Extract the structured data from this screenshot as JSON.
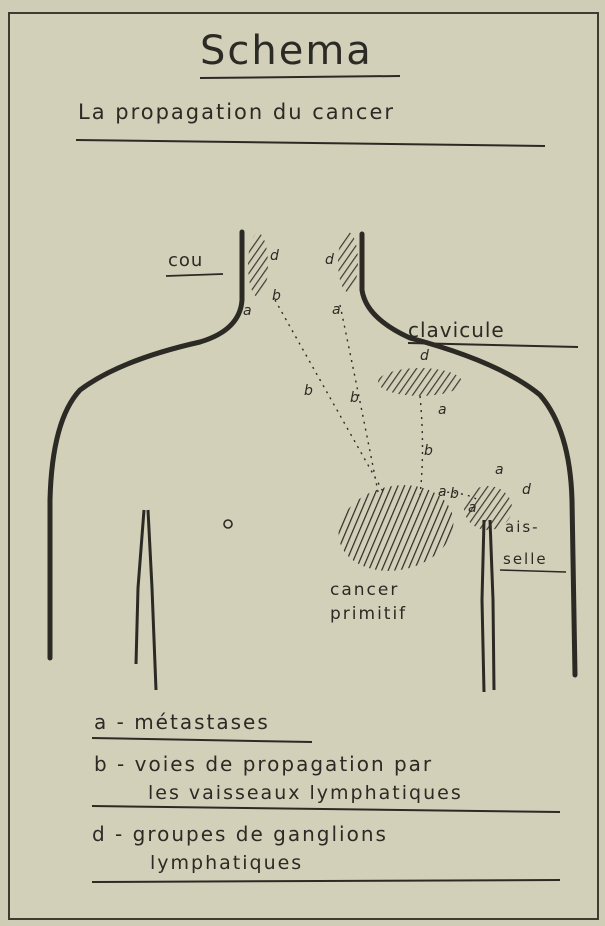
{
  "title": "Schema",
  "subtitle": "La propagation du cancer",
  "labels": {
    "cou": "cou",
    "clavicule": "clavicule",
    "aisselle_1": "ais-",
    "aisselle_2": "selle",
    "cancer_1": "cancer",
    "cancer_2": "primitif"
  },
  "markers": {
    "a": "a",
    "b": "b",
    "d": "d"
  },
  "legend": {
    "a_line": "a - métastases",
    "b_line_1": "b - voies de propagation par",
    "b_line_2": "les vaisseaux lymphatiques",
    "d_line_1": "d - groupes de ganglions",
    "d_line_2": "lymphatiques"
  },
  "colors": {
    "paper": "#d2d0b9",
    "ink": "#2c2a24"
  }
}
